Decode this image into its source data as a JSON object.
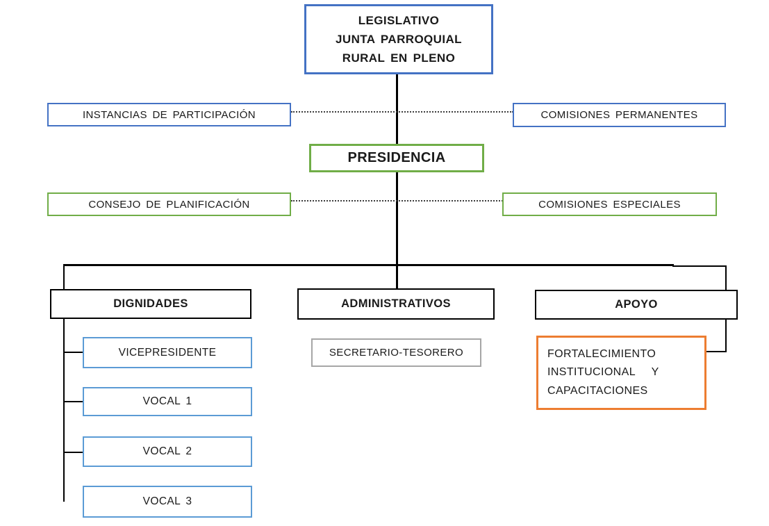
{
  "diagram": {
    "type": "org-chart",
    "nodes": {
      "legislativo": {
        "lines": [
          "LEGISLATIVO",
          "JUNTA PARROQUIAL",
          "RURAL EN PLENO"
        ]
      },
      "instancias": {
        "label": "INSTANCIAS DE PARTICIPACIÓN"
      },
      "comisiones_permanentes": {
        "label": "COMISIONES PERMANENTES"
      },
      "presidencia": {
        "label": "PRESIDENCIA"
      },
      "consejo": {
        "label": "CONSEJO DE PLANIFICACIÓN"
      },
      "comisiones_especiales": {
        "label": "COMISIONES ESPECIALES"
      },
      "dignidades": {
        "label": "DIGNIDADES"
      },
      "administrativos": {
        "label": "ADMINISTRATIVOS"
      },
      "apoyo": {
        "label": "APOYO"
      },
      "vicepresidente": {
        "label": "VICEPRESIDENTE"
      },
      "vocal1": {
        "label": "VOCAL 1"
      },
      "vocal2": {
        "label": "VOCAL 2"
      },
      "vocal3": {
        "label": "VOCAL 3"
      },
      "secretario": {
        "label": "SECRETARIO-TESORERO"
      },
      "fortalecimiento": {
        "lines": [
          "FORTALECIMIENTO",
          "INSTITUCIONAL   Y",
          "CAPACITACIONES"
        ]
      }
    },
    "colors": {
      "blue_border": "#4472C4",
      "green_border": "#70AD47",
      "light_blue_border": "#5B9BD5",
      "gray_border": "#A6A6A6",
      "orange_border": "#ED7D31",
      "line": "#000000"
    },
    "edges": [
      {
        "from": "legislativo",
        "to": "presidencia",
        "style": "solid"
      },
      {
        "from": "instancias",
        "to": "comisiones_permanentes",
        "style": "dotted"
      },
      {
        "from": "consejo",
        "to": "comisiones_especiales",
        "style": "dotted"
      },
      {
        "from": "presidencia",
        "to": "dignidades",
        "style": "solid"
      },
      {
        "from": "presidencia",
        "to": "administrativos",
        "style": "solid"
      },
      {
        "from": "presidencia",
        "to": "apoyo",
        "style": "solid"
      },
      {
        "from": "dignidades",
        "to": "vicepresidente",
        "style": "solid"
      },
      {
        "from": "dignidades",
        "to": "vocal1",
        "style": "solid"
      },
      {
        "from": "dignidades",
        "to": "vocal2",
        "style": "solid"
      },
      {
        "from": "dignidades",
        "to": "vocal3",
        "style": "solid"
      },
      {
        "from": "apoyo",
        "to": "fortalecimiento",
        "style": "solid"
      }
    ]
  }
}
